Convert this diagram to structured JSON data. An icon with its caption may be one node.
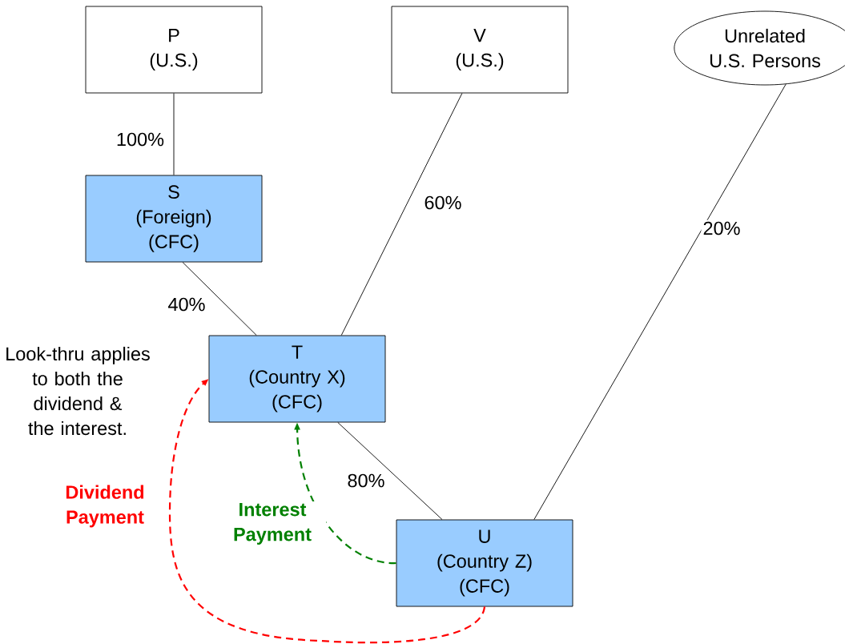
{
  "diagram": {
    "nodes": [
      {
        "text": [
          "P",
          "(U.S.)"
        ]
      },
      {
        "text": [
          "V",
          "(U.S.)"
        ]
      },
      {
        "text": [
          "Unrelated U.S. Persons"
        ]
      },
      {
        "text": [
          "S",
          "(Foreign)",
          "(CFC)"
        ]
      },
      {
        "text": [
          "T",
          "(Country X)",
          "(CFC)"
        ]
      },
      {
        "text": [
          "U",
          "(Country Z)",
          "(CFC)"
        ]
      }
    ],
    "edges": [
      {
        "from": 0,
        "to": 3,
        "arrow": "none",
        "label": "100%"
      },
      {
        "from": 1,
        "to": 4,
        "arrow": "none",
        "label": "60%"
      },
      {
        "from": 2,
        "to": 5,
        "arrow": "none",
        "label": "20%"
      },
      {
        "from": 3,
        "to": 4,
        "arrow": "none",
        "label": "40%"
      },
      {
        "from": 4,
        "to": 5,
        "arrow": "none",
        "label": "80%"
      },
      {
        "from": 5,
        "to": 4,
        "arrow": "to",
        "label": "Interest Payment",
        "style": "dashed",
        "color": "#008000"
      },
      {
        "from": 5,
        "to": 4,
        "arrow": "to",
        "label": "Dividend Payment",
        "style": "dashed",
        "color": "#ff0000"
      }
    ],
    "labels": [
      "Look-thru applies to both the dividend & the interest."
    ]
  }
}
